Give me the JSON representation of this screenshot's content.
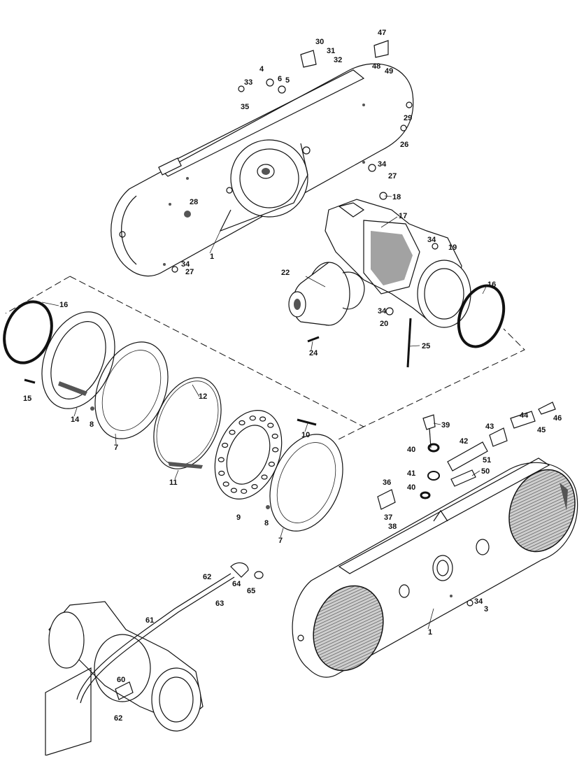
{
  "callouts": [
    {
      "id": "c47",
      "text": "47"
    },
    {
      "id": "c30",
      "text": "30"
    },
    {
      "id": "c31",
      "text": "31"
    },
    {
      "id": "c32",
      "text": "32"
    },
    {
      "id": "c48",
      "text": "48"
    },
    {
      "id": "c49",
      "text": "49"
    },
    {
      "id": "c4",
      "text": "4"
    },
    {
      "id": "c6",
      "text": "6"
    },
    {
      "id": "c5",
      "text": "5"
    },
    {
      "id": "c33",
      "text": "33"
    },
    {
      "id": "c35",
      "text": "35"
    },
    {
      "id": "c29",
      "text": "29"
    },
    {
      "id": "c26",
      "text": "26"
    },
    {
      "id": "c34a",
      "text": "34"
    },
    {
      "id": "c27a",
      "text": "27"
    },
    {
      "id": "c28",
      "text": "28"
    },
    {
      "id": "c18",
      "text": "18"
    },
    {
      "id": "c17",
      "text": "17"
    },
    {
      "id": "c34b",
      "text": "34"
    },
    {
      "id": "c19",
      "text": "19"
    },
    {
      "id": "c1a",
      "text": "1"
    },
    {
      "id": "c34c",
      "text": "34"
    },
    {
      "id": "c27b",
      "text": "27"
    },
    {
      "id": "c22",
      "text": "22"
    },
    {
      "id": "c16a",
      "text": "16"
    },
    {
      "id": "c16b",
      "text": "16"
    },
    {
      "id": "c34d",
      "text": "34"
    },
    {
      "id": "c20",
      "text": "20"
    },
    {
      "id": "c25",
      "text": "25"
    },
    {
      "id": "c24",
      "text": "24"
    },
    {
      "id": "c15",
      "text": "15"
    },
    {
      "id": "c12",
      "text": "12"
    },
    {
      "id": "c14",
      "text": "14"
    },
    {
      "id": "c8a",
      "text": "8"
    },
    {
      "id": "c7a",
      "text": "7"
    },
    {
      "id": "c10",
      "text": "10"
    },
    {
      "id": "c11",
      "text": "11"
    },
    {
      "id": "c9",
      "text": "9"
    },
    {
      "id": "c8b",
      "text": "8"
    },
    {
      "id": "c7b",
      "text": "7"
    },
    {
      "id": "c39",
      "text": "39"
    },
    {
      "id": "c44",
      "text": "44"
    },
    {
      "id": "c46",
      "text": "46"
    },
    {
      "id": "c43",
      "text": "43"
    },
    {
      "id": "c45",
      "text": "45"
    },
    {
      "id": "c42",
      "text": "42"
    },
    {
      "id": "c40a",
      "text": "40"
    },
    {
      "id": "c51",
      "text": "51"
    },
    {
      "id": "c41",
      "text": "41"
    },
    {
      "id": "c50",
      "text": "50"
    },
    {
      "id": "c40b",
      "text": "40"
    },
    {
      "id": "c36",
      "text": "36"
    },
    {
      "id": "c37",
      "text": "37"
    },
    {
      "id": "c38",
      "text": "38"
    },
    {
      "id": "c62a",
      "text": "62"
    },
    {
      "id": "c64",
      "text": "64"
    },
    {
      "id": "c63",
      "text": "63"
    },
    {
      "id": "c65",
      "text": "65"
    },
    {
      "id": "c34e",
      "text": "34"
    },
    {
      "id": "c3",
      "text": "3"
    },
    {
      "id": "c61",
      "text": "61"
    },
    {
      "id": "c1b",
      "text": "1"
    },
    {
      "id": "c60",
      "text": "60"
    },
    {
      "id": "c62b",
      "text": "62"
    }
  ]
}
